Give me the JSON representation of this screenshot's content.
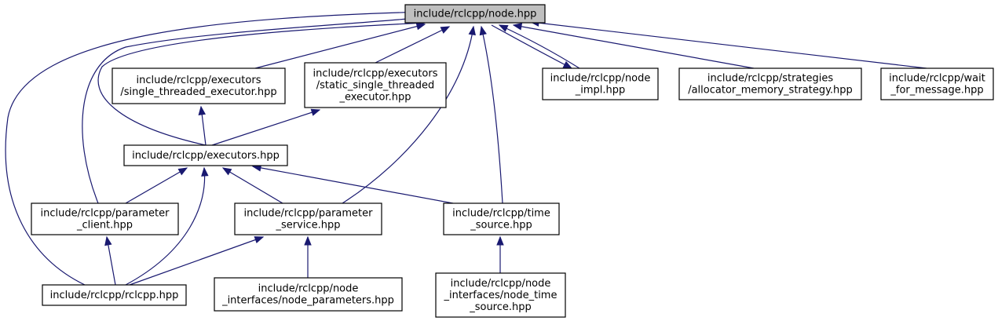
{
  "graph": {
    "nodes": [
      {
        "id": "node",
        "lines": [
          "include/rclcpp/node.hpp"
        ],
        "root": true
      },
      {
        "id": "ste",
        "lines": [
          "include/rclcpp/executors",
          "/single_threaded_executor.hpp"
        ]
      },
      {
        "id": "sste",
        "lines": [
          "include/rclcpp/executors",
          "/static_single_threaded",
          "_executor.hpp"
        ]
      },
      {
        "id": "nimpl",
        "lines": [
          "include/rclcpp/node",
          "_impl.hpp"
        ]
      },
      {
        "id": "ams",
        "lines": [
          "include/rclcpp/strategies",
          "/allocator_memory_strategy.hpp"
        ]
      },
      {
        "id": "wfm",
        "lines": [
          "include/rclcpp/wait",
          "_for_message.hpp"
        ]
      },
      {
        "id": "execs",
        "lines": [
          "include/rclcpp/executors.hpp"
        ]
      },
      {
        "id": "pclient",
        "lines": [
          "include/rclcpp/parameter",
          "_client.hpp"
        ]
      },
      {
        "id": "pservice",
        "lines": [
          "include/rclcpp/parameter",
          "_service.hpp"
        ]
      },
      {
        "id": "tsource",
        "lines": [
          "include/rclcpp/time",
          "_source.hpp"
        ]
      },
      {
        "id": "rclcpp",
        "lines": [
          "include/rclcpp/rclcpp.hpp"
        ]
      },
      {
        "id": "nparams",
        "lines": [
          "include/rclcpp/node",
          "_interfaces/node_parameters.hpp"
        ]
      },
      {
        "id": "ntime",
        "lines": [
          "include/rclcpp/node",
          "_interfaces/node_time",
          "_source.hpp"
        ]
      }
    ],
    "edges": [
      {
        "from": "ste",
        "to": "node"
      },
      {
        "from": "sste",
        "to": "node"
      },
      {
        "from": "nimpl",
        "to": "node"
      },
      {
        "from": "node",
        "to": "nimpl"
      },
      {
        "from": "ams",
        "to": "node"
      },
      {
        "from": "wfm",
        "to": "node"
      },
      {
        "from": "execs",
        "to": "node"
      },
      {
        "from": "pclient",
        "to": "node"
      },
      {
        "from": "rclcpp",
        "to": "node"
      },
      {
        "from": "pservice",
        "to": "node"
      },
      {
        "from": "tsource",
        "to": "node"
      },
      {
        "from": "execs",
        "to": "ste"
      },
      {
        "from": "execs",
        "to": "sste"
      },
      {
        "from": "pclient",
        "to": "execs"
      },
      {
        "from": "pservice",
        "to": "execs"
      },
      {
        "from": "tsource",
        "to": "execs"
      },
      {
        "from": "rclcpp",
        "to": "execs"
      },
      {
        "from": "rclcpp",
        "to": "pclient"
      },
      {
        "from": "rclcpp",
        "to": "pservice"
      },
      {
        "from": "nparams",
        "to": "pservice"
      },
      {
        "from": "ntime",
        "to": "tsource"
      }
    ]
  }
}
